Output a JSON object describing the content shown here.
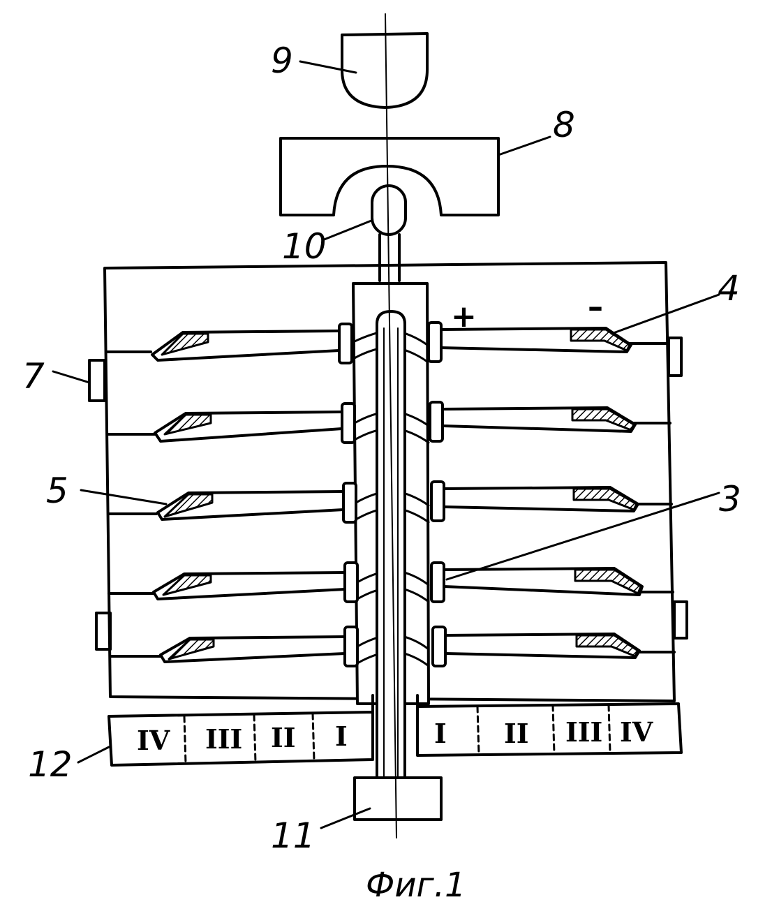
{
  "labels": {
    "n9": "9",
    "n8": "8",
    "n10": "10",
    "n7": "7",
    "n4": "4",
    "n5": "5",
    "n3": "3",
    "n12": "12",
    "n11": "11"
  },
  "symbols": {
    "plus": "+",
    "minus": "–"
  },
  "scale_left": [
    "IV",
    "III",
    "II",
    "I"
  ],
  "scale_right": [
    "I",
    "II",
    "III",
    "IV"
  ],
  "caption": "Фиг.1"
}
